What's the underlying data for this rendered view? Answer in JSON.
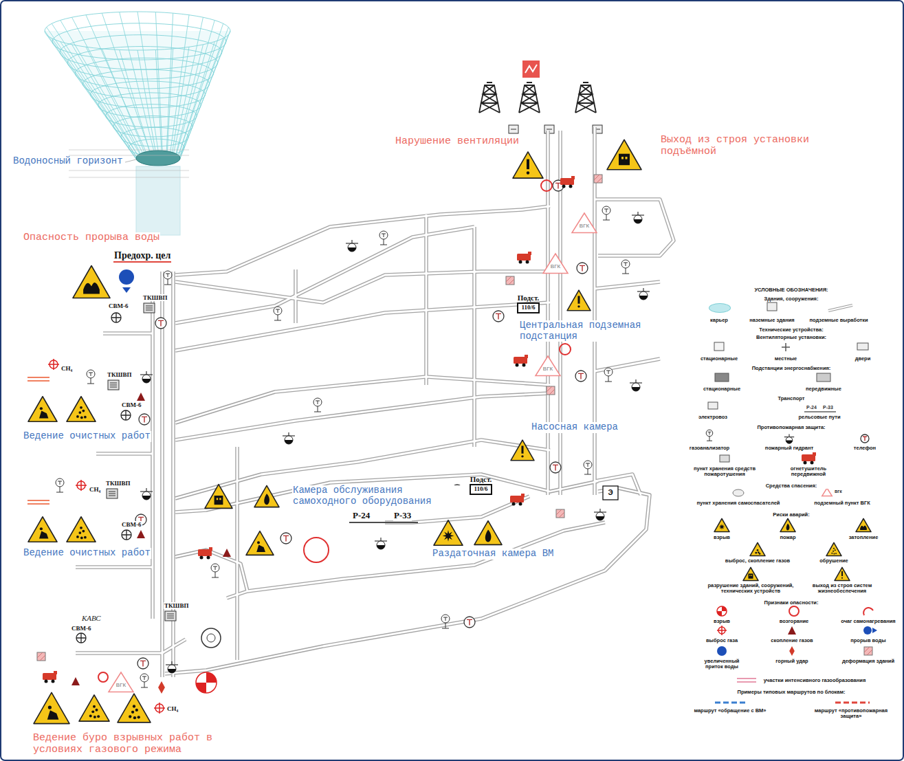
{
  "diagram": {
    "nodes": [
      {
        "text": [
          "Подст.",
          "110/6"
        ]
      },
      {
        "text": [
          "Подст.",
          "110/6"
        ]
      }
    ],
    "labels": [
      "Водоносный горизонт",
      "Опасность прорыва воды",
      "Предохр. цел",
      "Нарушение вентиляции",
      "Выход из строя установки подъёмной",
      "Центральная подземная подстанция",
      "Насосная камера",
      "Ведение очистных работ",
      "Ведение очистных работ",
      "Камера обслуживания самоходного оборудования",
      "Раздаточная камера ВМ",
      "Ведение буро взрывных работ в условиях газового режима",
      "ТКШВП",
      "ТКШВП",
      "ТКШВП",
      "ТКШВП",
      "СВМ-6",
      "СВМ-6",
      "СВМ-6",
      "СВМ-6",
      "CH₄",
      "CH₄",
      "CH₄",
      "КАВС",
      "Р-24",
      "Р-33",
      "ВГК",
      "ВГК",
      "ВГК",
      "ВГК",
      "Э",
      "УСЛОВНЫЕ ОБОЗНАЧЕНИЯ:",
      "Здания, сооружения:",
      "Технические устройства:",
      "Вентиляторные установки:",
      "Подстанции энергоснабжения:",
      "Транспорт",
      "Противопожарная защита:",
      "Средства спасения:",
      "Риски аварий:",
      "Признаки опасности:",
      "Примеры типовых маршрутов по блокам:",
      "Р-24",
      "Р-33",
      "вгк"
    ],
    "legend": [
      {
        "text": "карьер",
        "color": "#bfe9ee"
      },
      {
        "text": "наземные здания"
      },
      {
        "text": "подземные выработки"
      },
      {
        "text": "стационарные"
      },
      {
        "text": "местные"
      },
      {
        "text": "двери"
      },
      {
        "text": "стационарные"
      },
      {
        "text": "передвижные"
      },
      {
        "text": "электровоз"
      },
      {
        "text": "рельсовые пути"
      },
      {
        "text": "газоанализатор"
      },
      {
        "text": "пожарный гидрант"
      },
      {
        "text": "телефон"
      },
      {
        "text": "пункт хранения средств пожаротушения"
      },
      {
        "text": "огнетушитель передвижной"
      },
      {
        "text": "пункт хранения самоспасателей"
      },
      {
        "text": "подземный пункт ВГК"
      },
      {
        "text": "взрыв"
      },
      {
        "text": "пожар"
      },
      {
        "text": "затопление"
      },
      {
        "text": "выброс, скопление газов"
      },
      {
        "text": "обрушение"
      },
      {
        "text": "разрушение зданий, сооружений, технических устройств"
      },
      {
        "text": "выход из строя систем жизнеобеспечения"
      },
      {
        "text": "взрыв"
      },
      {
        "text": "возгорание"
      },
      {
        "text": "очаг самонагревания"
      },
      {
        "text": "выброс газа"
      },
      {
        "text": "скопление газов"
      },
      {
        "text": "прорыв воды"
      },
      {
        "text": "увеличенный приток воды"
      },
      {
        "text": "горный удар"
      },
      {
        "text": "деформация зданий"
      },
      {
        "text": "участки интенсивного газообразования"
      },
      {
        "text": "маршрут «обращение с ВМ»"
      },
      {
        "text": "маршрут «противопожарная защита»"
      }
    ]
  }
}
